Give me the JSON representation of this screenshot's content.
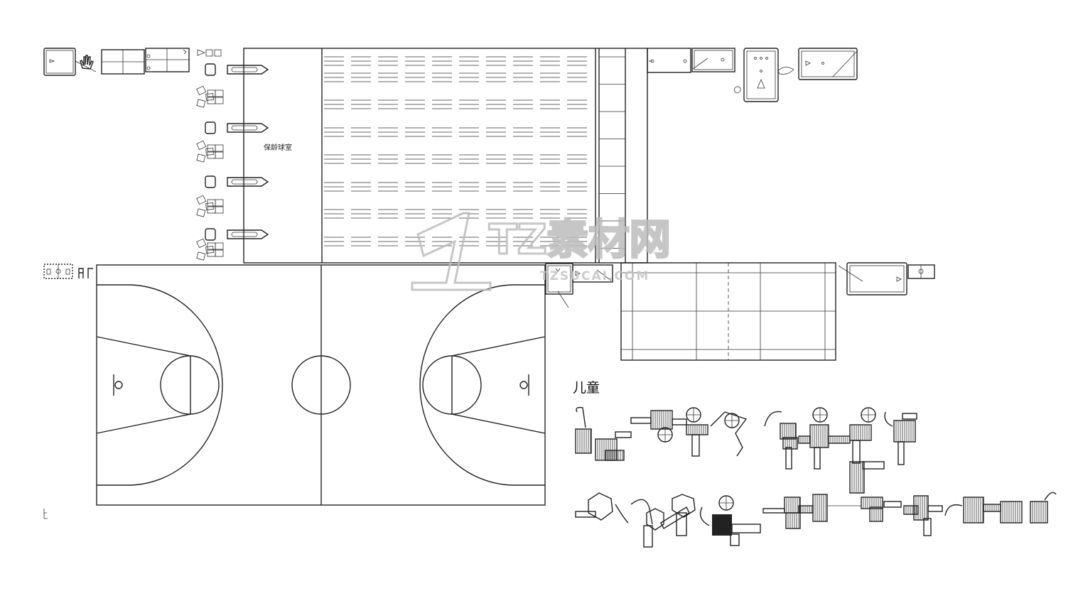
{
  "labels": {
    "bowling_room": "保龄球室",
    "children": "儿童"
  },
  "watermark": {
    "brand": "TZ素材网",
    "url": "TZSUCAI.COM"
  },
  "icons": {
    "hand": "hand-icon"
  },
  "colors": {
    "line": "#222222",
    "watermark": "#bdbdbd",
    "background": "#ffffff"
  }
}
